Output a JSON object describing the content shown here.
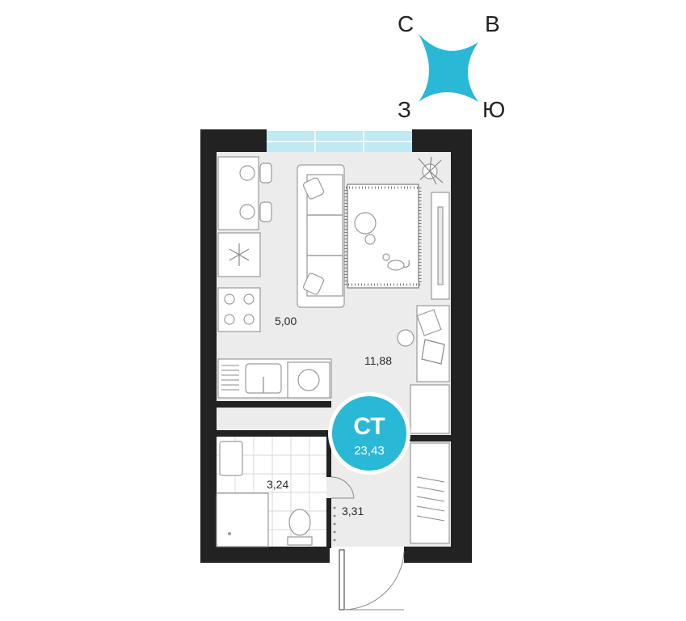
{
  "compass": {
    "north": "С",
    "east": "В",
    "west": "З",
    "south": "Ю",
    "color": "#29b8d6"
  },
  "badge": {
    "title": "СТ",
    "area": "23,43",
    "color": "#29b8d6"
  },
  "rooms": {
    "kitchen_area": "5,00",
    "living_area": "11,88",
    "bathroom_area": "3,24",
    "hall_area": "3,31"
  },
  "colors": {
    "wall": "#222222",
    "floor": "#ececec",
    "window": "#bfe9f3"
  },
  "icons": [
    "compass-star-icon",
    "snowflake-icon",
    "plant-icon",
    "cat-icon"
  ]
}
